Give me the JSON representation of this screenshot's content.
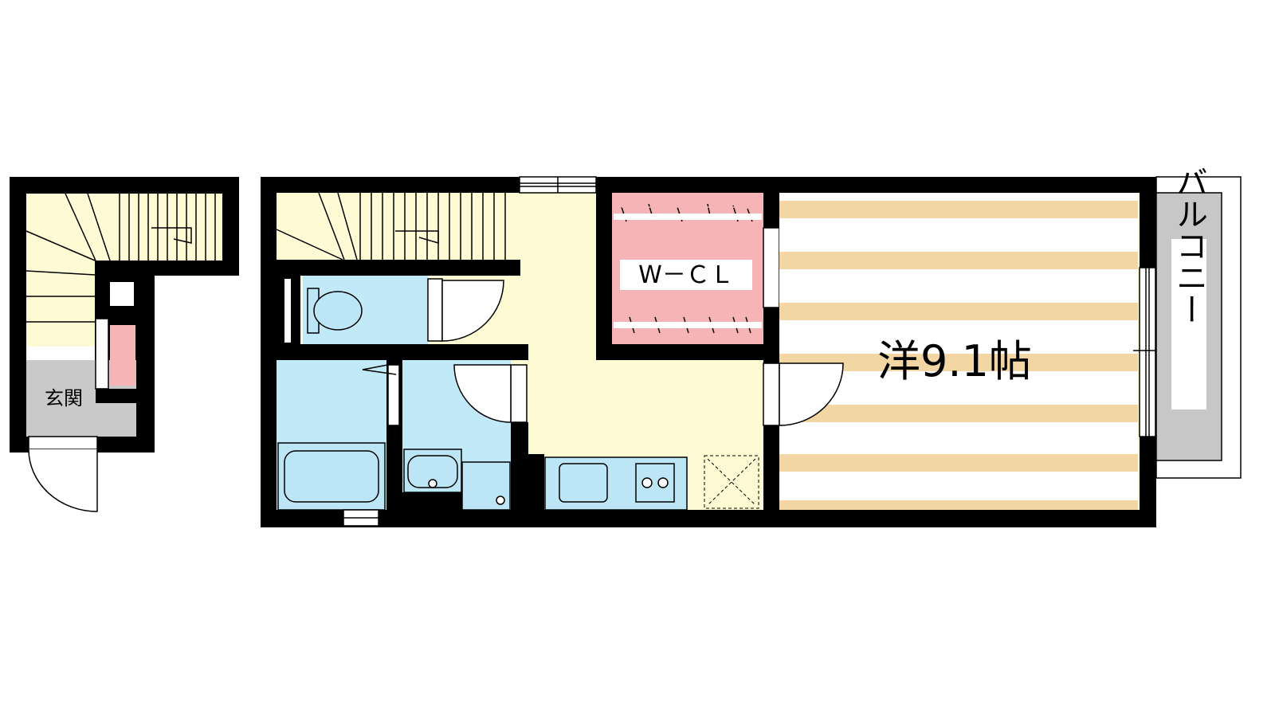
{
  "labels": {
    "entrance": "玄関",
    "closet": "W－ＣＬ",
    "room": "洋9.1帖",
    "balcony": "バルコニー"
  },
  "colors": {
    "wall": "#000000",
    "floor": "#fefbd4",
    "wet": "#c2e9f7",
    "closet": "#f7b4b6",
    "stripe": "#f2d6a4",
    "balcony": "#c7c7c7",
    "entrance": "#c9c9c9",
    "fixture": "#bce6f5"
  }
}
